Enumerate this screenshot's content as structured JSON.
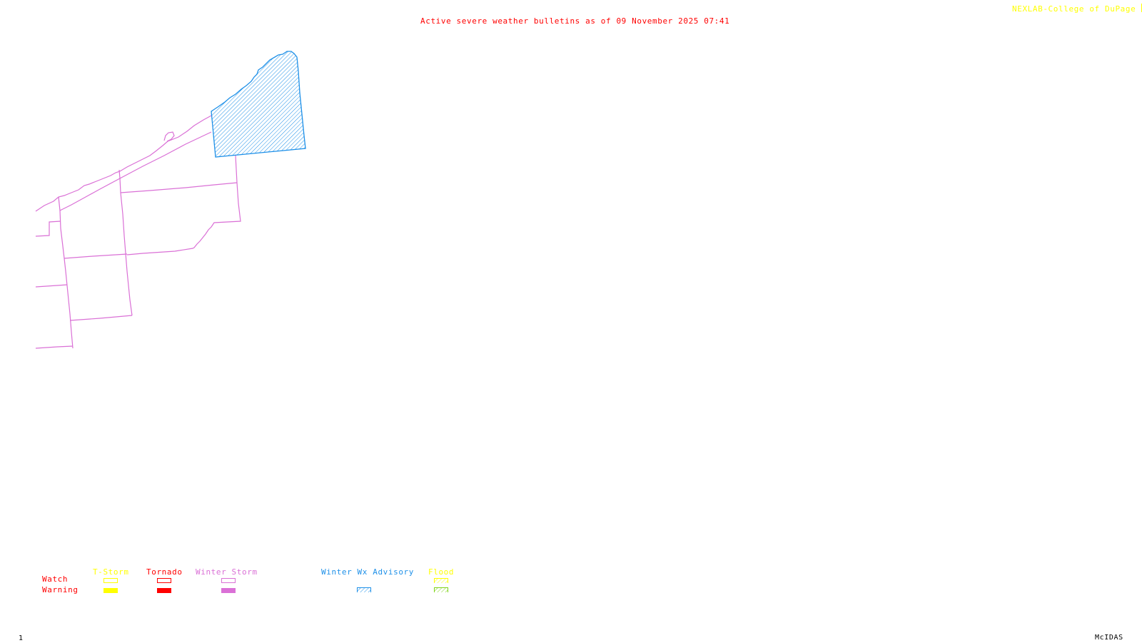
{
  "header": {
    "title": "Active severe weather bulletins as of 09 November 2025 07:41",
    "credit": "NEXLAB-College of DuPage",
    "credit_icon": "nexlab-logo-icon"
  },
  "map": {
    "layers": [
      {
        "name": "county-boundaries",
        "color": "#da70d6"
      },
      {
        "name": "winter-wx-advisory-area",
        "color": "#1e90e8",
        "fill": "hatched"
      }
    ]
  },
  "legend": {
    "row_labels": {
      "watch": "Watch",
      "warning": "Warning"
    },
    "row_label_color": "#ff0000",
    "categories": [
      {
        "label": "T-Storm",
        "color": "#ffff00",
        "watch": "outline",
        "warning": "solid",
        "warning_color": "#ffff00"
      },
      {
        "label": "Tornado",
        "color": "#ff0000",
        "watch": "outline",
        "warning": "solid",
        "warning_color": "#ff0000"
      },
      {
        "label": "Winter Storm",
        "color": "#da70d6",
        "watch": "outline",
        "warning": "solid",
        "warning_color": "#da70d6"
      },
      {
        "label": "Winter Wx Advisory",
        "color": "#1e90e8",
        "watch": null,
        "warning": "hatched",
        "warning_color": "#1e90e8"
      },
      {
        "label": "Flood",
        "color": "#ffff00",
        "watch": "hatched",
        "warning": "hatched",
        "warning_color": "#7fd319"
      }
    ]
  },
  "footer": {
    "frame_number": "1",
    "software": "McIDAS"
  }
}
